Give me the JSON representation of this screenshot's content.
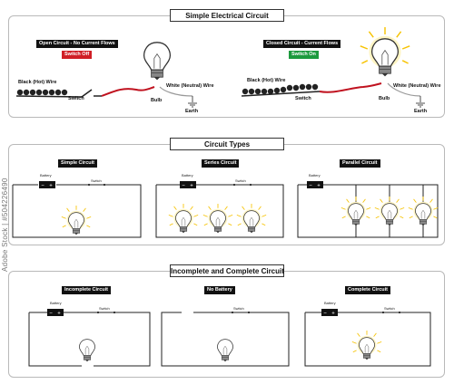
{
  "sections": {
    "simple": {
      "title": "Simple Electrical Circuit",
      "open_tag": "Open Circuit  - No Current Flows",
      "switch_off": "Switch Off",
      "closed_tag": "Closed Circuit  - Current Flows",
      "switch_on": "Switch On",
      "hot_wire": "Black (Hot) Wire",
      "neutral_wire": "White (Neutral) Wire",
      "switch": "Switch",
      "bulb": "Bulb",
      "earth": "Earth"
    },
    "types": {
      "title": "Circuit Types",
      "simple": "Simple Circuit",
      "series": "Series Circuit",
      "parallel": "Parallel Circuit",
      "battery": "Battery",
      "switch": "Switch"
    },
    "complete": {
      "title": "Incomplete and Complete Circuit",
      "incomplete": "Incomplete Circuit",
      "no_battery": "No Battery",
      "complete": "Complete Circuit",
      "battery": "Battery",
      "switch": "Switch"
    }
  },
  "watermark": "Adobe Stock | #504226490",
  "colors": {
    "switch_off": "#d01f26",
    "switch_on": "#1d9a3e",
    "wire": "#c0121f",
    "glow": "#f7c300"
  }
}
